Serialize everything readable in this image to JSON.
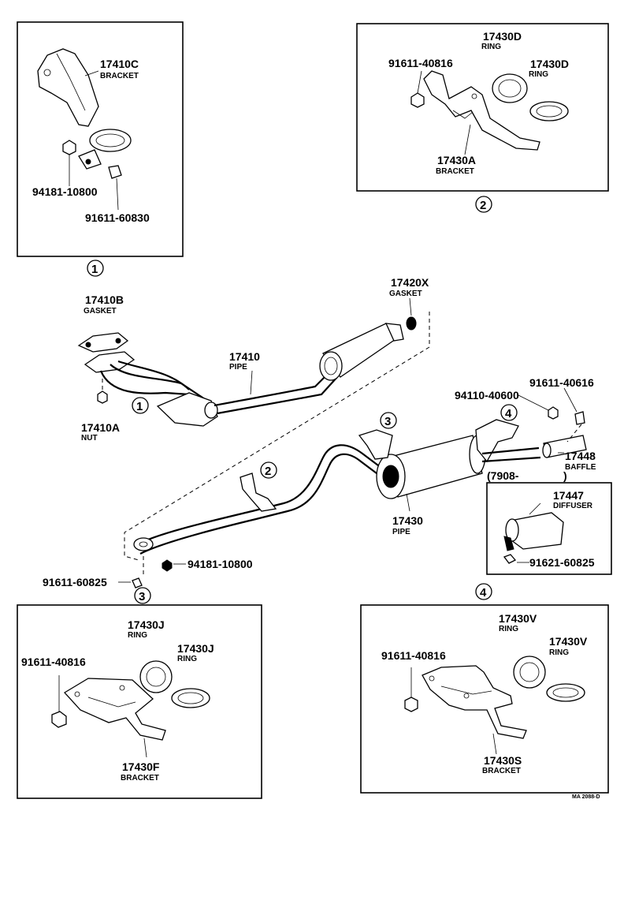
{
  "callouts": {
    "c1": "1",
    "c2": "2",
    "c3": "3",
    "c4": "4"
  },
  "panel1": {
    "bracket_pn": "17410C",
    "bracket_name": "BRACKET",
    "nut_pn": "94181-10800",
    "bolt_pn": "91611-60830"
  },
  "panel2": {
    "bolt_pn": "91611-40816",
    "ring1_pn": "17430D",
    "ring1_name": "RING",
    "ring2_pn": "17430D",
    "ring2_name": "RING",
    "bracket_pn": "17430A",
    "bracket_name": "BRACKET"
  },
  "main": {
    "gasket_b_pn": "17410B",
    "gasket_b_name": "GASKET",
    "nut_a_pn": "17410A",
    "nut_a_name": "NUT",
    "pipe_pn": "17410",
    "pipe_name": "PIPE",
    "gasket_x_pn": "17420X",
    "gasket_x_name": "GASKET",
    "nut_right_pn": "94110-40600",
    "bolt_right_pn": "91611-40616",
    "baffle_pn": "17448",
    "baffle_name": "BAFFLE",
    "date_note": "(7908-",
    "date_note_close": ")",
    "pipe2_pn": "17430",
    "pipe2_name": "PIPE",
    "bolt_bottom_pn": "91611-60825",
    "nut_bottom_pn": "94181-10800"
  },
  "inset": {
    "diffuser_pn": "17447",
    "diffuser_name": "DIFFUSER",
    "bolt_pn": "91621-60825"
  },
  "panel3": {
    "bolt_pn": "91611-40816",
    "ring1_pn": "17430J",
    "ring1_name": "RING",
    "ring2_pn": "17430J",
    "ring2_name": "RING",
    "bracket_pn": "17430F",
    "bracket_name": "BRACKET"
  },
  "panel4": {
    "bolt_pn": "91611-40816",
    "ring1_pn": "17430V",
    "ring1_name": "RING",
    "ring2_pn": "17430V",
    "ring2_name": "RING",
    "bracket_pn": "17430S",
    "bracket_name": "BRACKET"
  },
  "footer_code": "MA 2088-D"
}
